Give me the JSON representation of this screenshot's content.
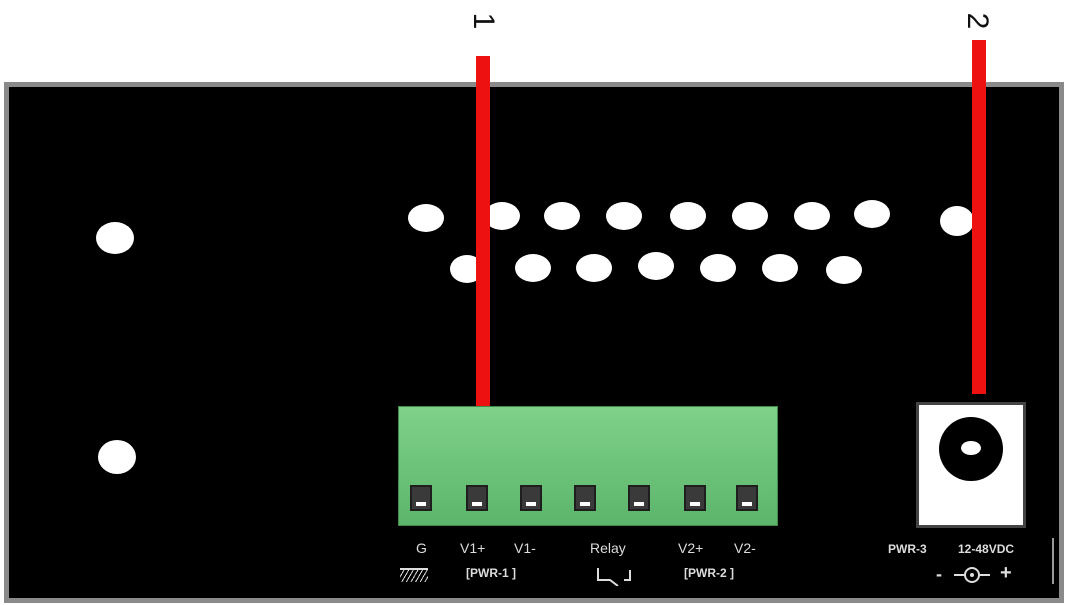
{
  "callouts": [
    {
      "number": "1"
    },
    {
      "number": "2"
    }
  ],
  "terminal_block": {
    "labels": {
      "g": "G",
      "v1p": "V1+",
      "v1m": "V1-",
      "relay": "Relay",
      "v2p": "V2+",
      "v2m": "V2-"
    },
    "groups": {
      "pwr1": "[PWR-1 ]",
      "pwr2": "[PWR-2 ]"
    }
  },
  "dc_jack": {
    "label": "PWR-3",
    "voltage": "12-48VDC",
    "polarity_minus": "-",
    "polarity_plus": "+"
  },
  "colors": {
    "panel": "#000000",
    "callout_line": "#ee1111",
    "terminal_block": "#6cc47a"
  }
}
